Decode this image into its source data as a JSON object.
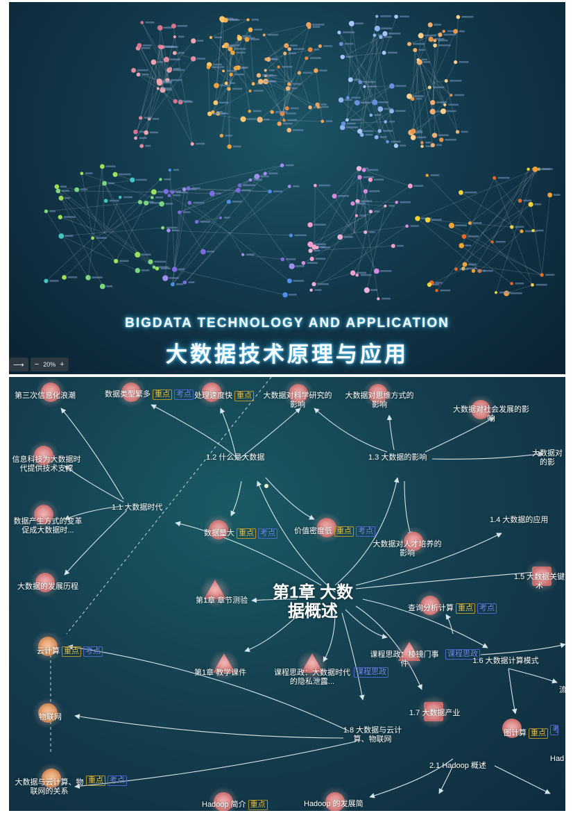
{
  "cover": {
    "title_en": "BIGDATA TECHNOLOGY AND APPLICATION",
    "title_cn": "大数据技术原理与应用",
    "zoom_level": "20%",
    "zoom_minus": "−",
    "zoom_plus": "+",
    "arrow_glyph": "⟶"
  },
  "tags": {
    "key": "重点",
    "exam": "考点",
    "ideo": "课程思政"
  },
  "mindmap": {
    "center": "第1章 大数据概述",
    "nodes": {
      "era3": "第三次信息化浪潮",
      "types": "数据类型繁多",
      "speed": "处理速度快",
      "sci": "大数据对科学研究的影响",
      "think": "大数据对思维方式的影响",
      "society": "大数据对社会发展的影响",
      "right_cut1": "大数据对",
      "right_cut1b": "的影",
      "it_support": "信息科技为大数据时代提供技术支撑",
      "s12": "1.2 什么是大数据",
      "s13": "1.3 大数据的影响",
      "s11": "1.1 大数据时代",
      "produce": "数据产生方式的变革促成大数据时...",
      "volume": "数据量大",
      "density": "价值密度低",
      "talent": "大数据对人才培养的影响",
      "s14": "1.4 大数据的应用",
      "history": "大数据的发展历程",
      "s15": "1.5 大数据关键术",
      "quiz": "第1章 章节测验",
      "query": "查询分析计算",
      "cloud": "云计算",
      "ideo1": "课程思政：棱镜门事件",
      "s16": "1.6 大数据计算模式",
      "courseware": "第1章 教学课件",
      "ideo2": "课程思政：大数据时代的隐私泄露...",
      "s17": "1.7 大数据产业",
      "iot": "物联网",
      "s18": "1.8 大数据与云计算、物联网",
      "graph": "图计算",
      "bigrel": "大数据与云计算、物联网的关系",
      "h21": "2.1 Hadoop 概述",
      "had_cut": "Had",
      "had_intro": "Hadoop 简介",
      "had_dev": "Hadoop 的发展简",
      "flow_cut": "流"
    }
  }
}
